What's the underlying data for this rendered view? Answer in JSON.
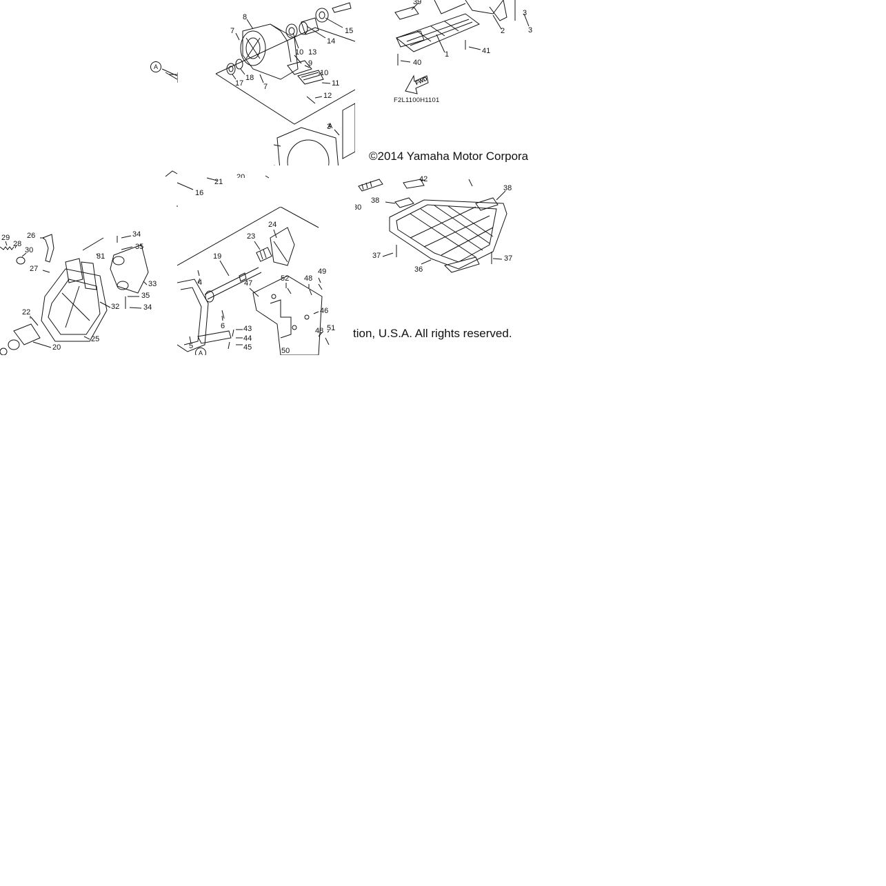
{
  "diagram_data": {
    "tiles": [
      {
        "labels": [
          "8",
          "7",
          "13",
          "14",
          "15",
          "10",
          "9",
          "10",
          "11",
          "12",
          "17",
          "18",
          "7",
          "A"
        ]
      },
      {
        "labels": [
          "39",
          "2",
          "3",
          "1",
          "41",
          "40",
          "3"
        ],
        "fwd_label": "FWD",
        "part_code": "F2L1100H1101"
      },
      {
        "labels": [
          "21",
          "16",
          "20"
        ]
      },
      {
        "labels": [
          "3"
        ]
      },
      {
        "labels": [
          "42",
          "38",
          "38",
          "30",
          "37",
          "36",
          "37"
        ]
      },
      {
        "labels": [
          "29",
          "28",
          "30",
          "26",
          "27",
          "31",
          "34",
          "35",
          "33",
          "32",
          "35",
          "34",
          "22",
          "25",
          "20"
        ]
      },
      {
        "labels": [
          "24",
          "23",
          "19",
          "4",
          "47",
          "52",
          "48",
          "49",
          "46",
          "6",
          "43",
          "44",
          "45",
          "48",
          "51",
          "5",
          "50",
          "A"
        ]
      }
    ],
    "copyright_top": "©2014 Yamaha Motor Corpora",
    "copyright_bottom": "tion, U.S.A. All rights reserved."
  }
}
